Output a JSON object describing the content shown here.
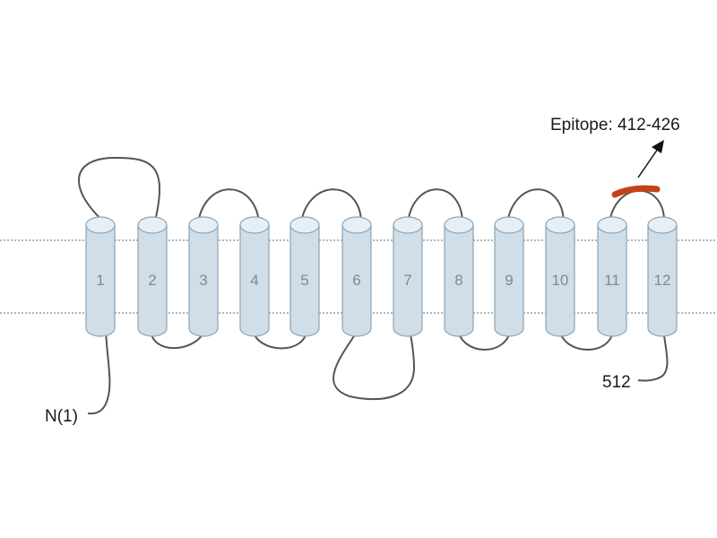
{
  "diagram": {
    "helix_labels": [
      "1",
      "2",
      "3",
      "4",
      "5",
      "6",
      "7",
      "8",
      "9",
      "10",
      "11",
      "12"
    ],
    "n_terminus_label": "N(1)",
    "c_terminus_label": "512",
    "epitope_label": "Epitope: 412-426",
    "colors": {
      "helix_fill": "#cfdee8",
      "helix_stroke": "#8ea4b3",
      "loop": "#555555",
      "epitope": "#c4421b",
      "membrane_line": "#6b6b6b"
    }
  }
}
